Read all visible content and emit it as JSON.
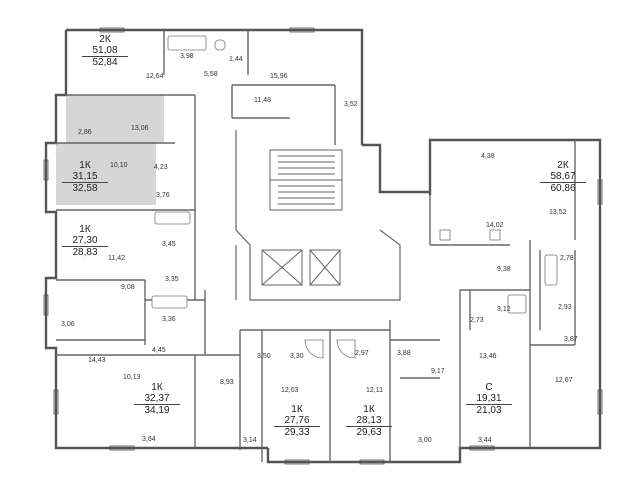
{
  "colors": {
    "wall": "#555555",
    "highlight": "#d6d6d6",
    "line": "#777777"
  },
  "apartments": [
    {
      "type": "2К",
      "living": "51,08",
      "total": "52,84"
    },
    {
      "type": "1К",
      "living": "31,15",
      "total": "32,58"
    },
    {
      "type": "1К",
      "living": "27,30",
      "total": "28,83"
    },
    {
      "type": "1К",
      "living": "32,37",
      "total": "34,19"
    },
    {
      "type": "1К",
      "living": "27,76",
      "total": "29,33"
    },
    {
      "type": "1К",
      "living": "28,13",
      "total": "29,63"
    },
    {
      "type": "С",
      "living": "19,31",
      "total": "21,03"
    },
    {
      "type": "2К",
      "living": "58,67",
      "total": "60,86"
    }
  ],
  "rooms": [
    "3,98",
    "1,44",
    "5,58",
    "12,64",
    "15,96",
    "2,86",
    "13,06",
    "10,10",
    "4,23",
    "3,76",
    "11,48",
    "3,52",
    "11,42",
    "3,45",
    "9,08",
    "3,35",
    "3,06",
    "3,36",
    "4,45",
    "14,43",
    "10,13",
    "3,64",
    "3,14",
    "8,93",
    "3,50",
    "3,30",
    "12,03",
    "2,97",
    "3,88",
    "12,11",
    "9,17",
    "3,00",
    "3,44",
    "13,46",
    "12,67",
    "3,87",
    "2,93",
    "2,78",
    "2,73",
    "3,12",
    "9,38",
    "14,02",
    "4,38",
    "13,52"
  ]
}
